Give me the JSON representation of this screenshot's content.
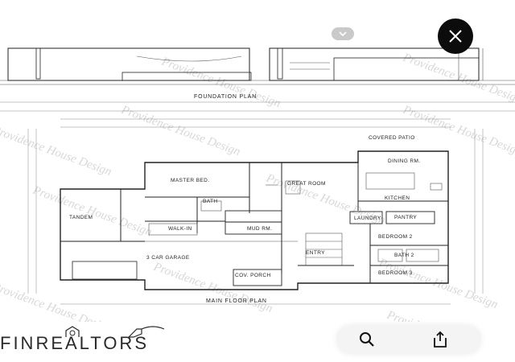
{
  "plan": {
    "foundation_title": "FOUNDATION PLAN",
    "main_title": "MAIN FLOOR PLAN",
    "watermark": "Providence House Design",
    "rooms": {
      "covered_patio": "COVERED PATIO",
      "dining": "DINING RM.",
      "master_bed": "MASTER BED.",
      "great_room": "GREAT ROOM",
      "kitchen": "KITCHEN",
      "pantry": "PANTRY",
      "bath": "BATH",
      "tandem": "TANDEM",
      "walk_in": "WALK-IN",
      "laundry": "LAUNDRY",
      "mud_rm": "MUD RM.",
      "bedroom2": "BEDROOM 2",
      "bath2": "BATH 2",
      "bedroom3": "BEDROOM 3",
      "garage": "3 CAR GARAGE",
      "porch": "COV. PORCH",
      "entry": "ENTRY"
    }
  },
  "footer": {
    "brand": "FINREALTORS"
  },
  "controls": {
    "close_label": "Close",
    "search_label": "Search",
    "share_label": "Share"
  },
  "colors": {
    "close_bg": "#0c0c0c",
    "line": "#222222",
    "watermark": "#d8d8d8"
  }
}
